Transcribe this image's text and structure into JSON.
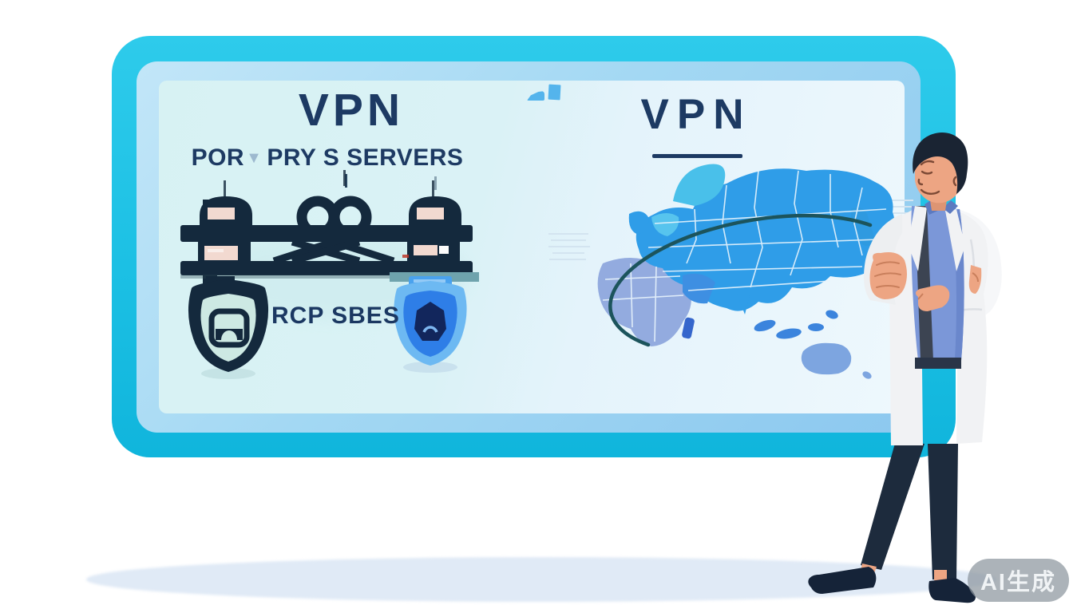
{
  "scene": {
    "watermark_label": "AI生成"
  },
  "board": {
    "left_panel": {
      "title": "VPN",
      "subtitle": {
        "pre": "POR",
        "marker": "▼",
        "post": "PRY S SERVERS"
      },
      "rack_label": "RCP SBES"
    },
    "right_panel": {
      "title": "VPN"
    }
  },
  "icons": {
    "subtitle_marker": "triangle-down-icon",
    "corner_icon": "mini-bars-icon",
    "left_shield": "shield-lock-icon",
    "right_shield": "shield-lock-icon"
  },
  "colors": {
    "board_border": "#1cc2e6",
    "board_frame": "#a3d8f3",
    "panel_bg": "#def4f8",
    "title_navy": "#1d3a63",
    "rack_navy": "#14293d",
    "map_blue": "#2f9de8",
    "africa_blue": "#93abdf",
    "shield_blue": "#2e7ee7",
    "route_teal": "#1c545c",
    "coat_white": "#f1f2f4",
    "shirt_blue": "#7b97d8",
    "skin_tan": "#eda583"
  }
}
